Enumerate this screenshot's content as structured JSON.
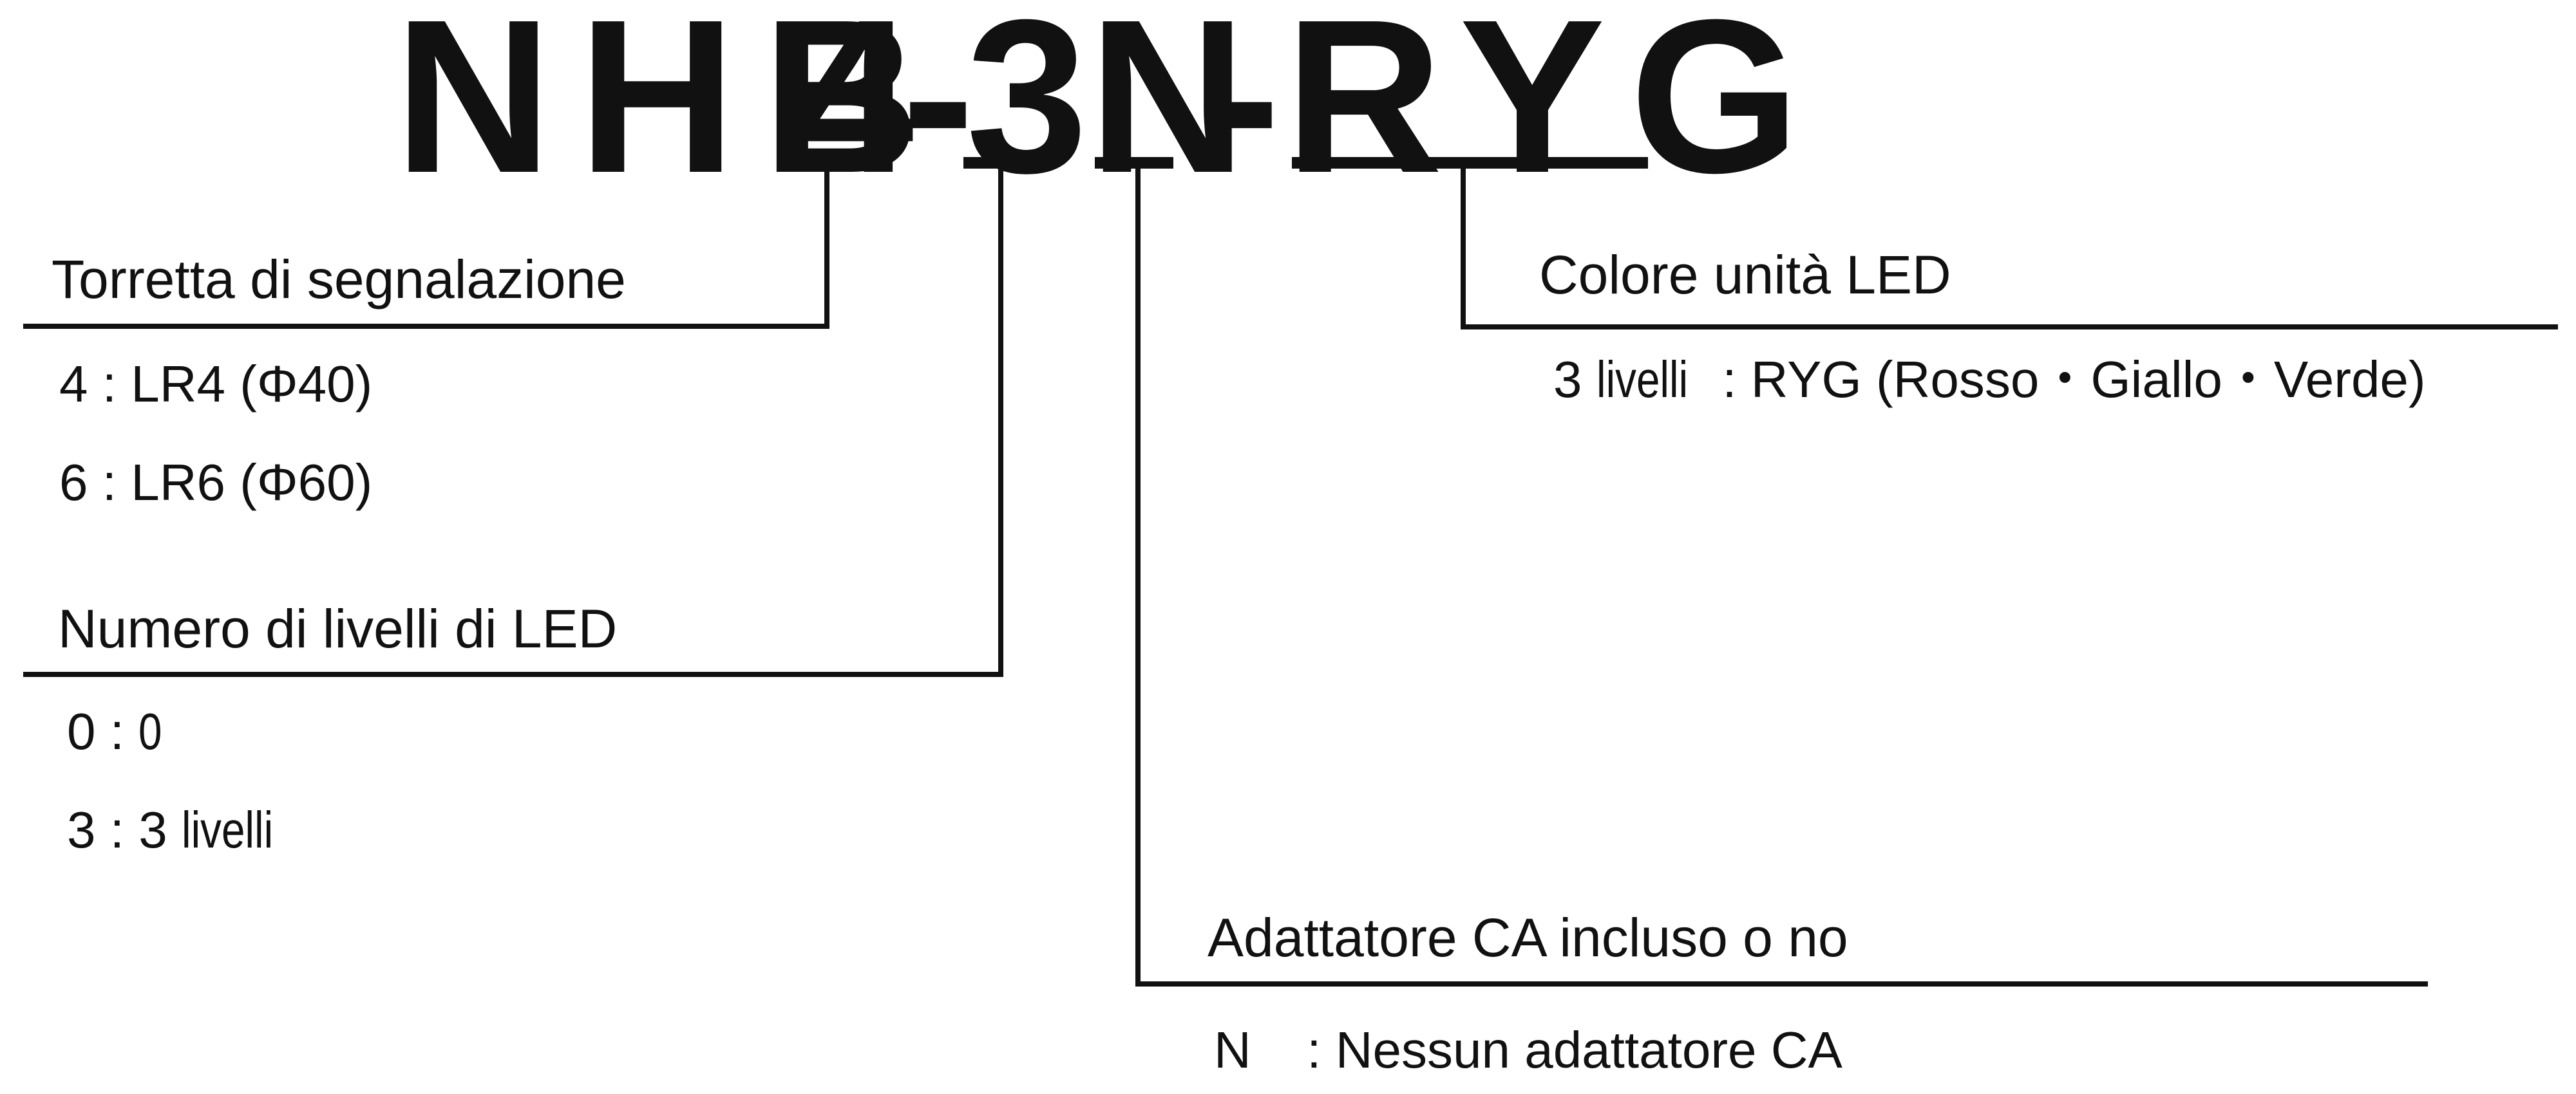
{
  "part_code": {
    "prefix": "NHB",
    "segment_tower": "4",
    "dash_1": "-",
    "segment_levels": "3",
    "segment_adapter": "N",
    "dash_2": "-",
    "segment_color": "RYG"
  },
  "tower": {
    "title": "Torretta di segnalazione",
    "options": [
      {
        "code": "4",
        "value": "LR4 (Φ40)"
      },
      {
        "code": "6",
        "value": "LR6 (Φ60)"
      }
    ]
  },
  "levels": {
    "title": "Numero di livelli di LED",
    "options": [
      {
        "code": "0",
        "value": "0"
      },
      {
        "code": "3",
        "value_number": "3",
        "value_unit": "livelli"
      }
    ]
  },
  "adapter": {
    "title": "Adattatore CA incluso o no",
    "options": [
      {
        "code": "N",
        "value": "Nessun adattatore CA"
      }
    ]
  },
  "color": {
    "title": "Colore unità LED",
    "options": [
      {
        "code_number": "3",
        "code_unit": "livelli",
        "value": "RYG (Rosso・Giallo・Verde)"
      }
    ]
  },
  "separator": ":"
}
